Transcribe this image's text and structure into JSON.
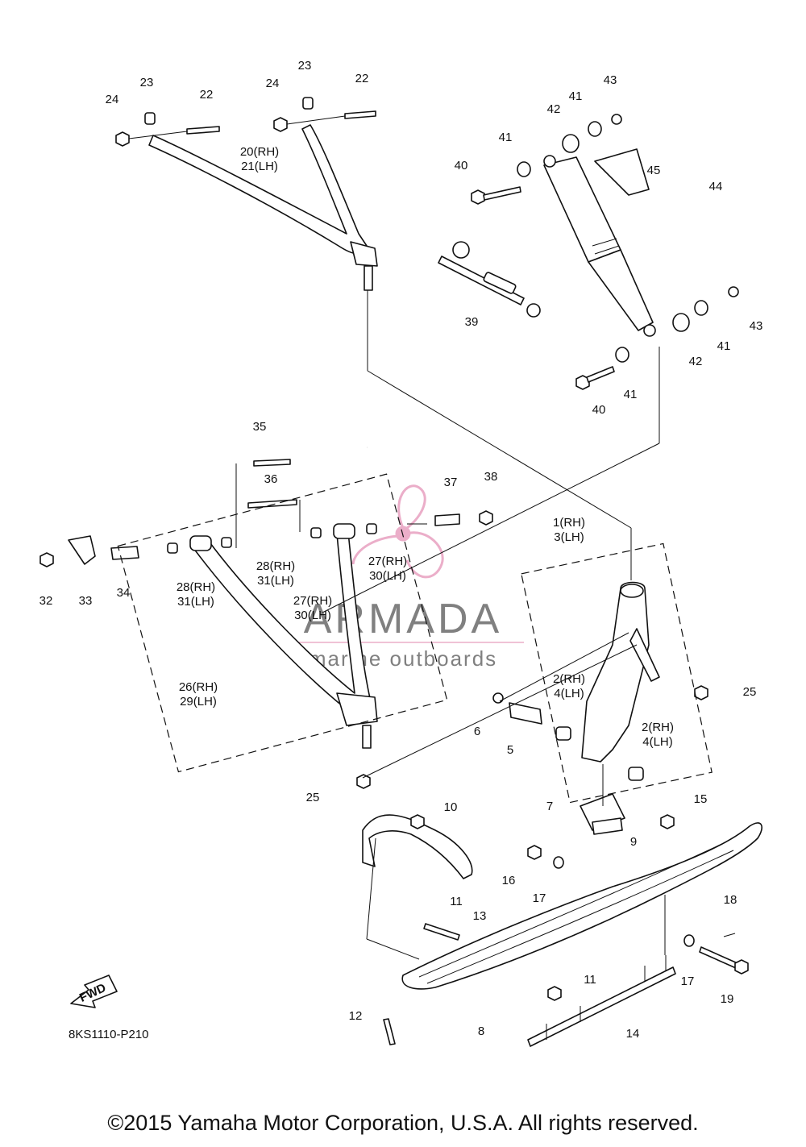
{
  "diagram_code": "8KS1110-P210",
  "copyright": "©2015 Yamaha Motor Corporation, U.S.A. All rights reserved.",
  "watermark": {
    "brand": "ARMADA",
    "tagline": "marine outboards",
    "accent_color": "#e8a0c0"
  },
  "fwd_label": "FWD",
  "callouts": {
    "c1": "1(RH)",
    "c3": "3(LH)",
    "c2a": "2(RH)",
    "c4a": "4(LH)",
    "c2b": "2(RH)",
    "c4b": "4(LH)",
    "c5": "5",
    "c6": "6",
    "c7": "7",
    "c8": "8",
    "c9": "9",
    "c10": "10",
    "c11a": "11",
    "c11b": "11",
    "c12": "12",
    "c13": "13",
    "c14": "14",
    "c15": "15",
    "c16": "16",
    "c17a": "17",
    "c17b": "17",
    "c18": "18",
    "c19": "19",
    "c20": "20(RH)",
    "c21": "21(LH)",
    "c22a": "22",
    "c22b": "22",
    "c23a": "23",
    "c23b": "23",
    "c24a": "24",
    "c24b": "24",
    "c25a": "25",
    "c25b": "25",
    "c26": "26(RH)",
    "c29": "29(LH)",
    "c27a": "27(RH)",
    "c30a": "30(LH)",
    "c27b": "27(RH)",
    "c30b": "30(LH)",
    "c28a": "28(RH)",
    "c31a": "31(LH)",
    "c28b": "28(RH)",
    "c31b": "31(LH)",
    "c32": "32",
    "c33": "33",
    "c34": "34",
    "c35": "35",
    "c36": "36",
    "c37": "37",
    "c38": "38",
    "c39": "39",
    "c40a": "40",
    "c40b": "40",
    "c41a": "41",
    "c41b": "41",
    "c41c": "41",
    "c41d": "41",
    "c42a": "42",
    "c42b": "42",
    "c43a": "43",
    "c43b": "43",
    "c44": "44",
    "c45": "45"
  }
}
